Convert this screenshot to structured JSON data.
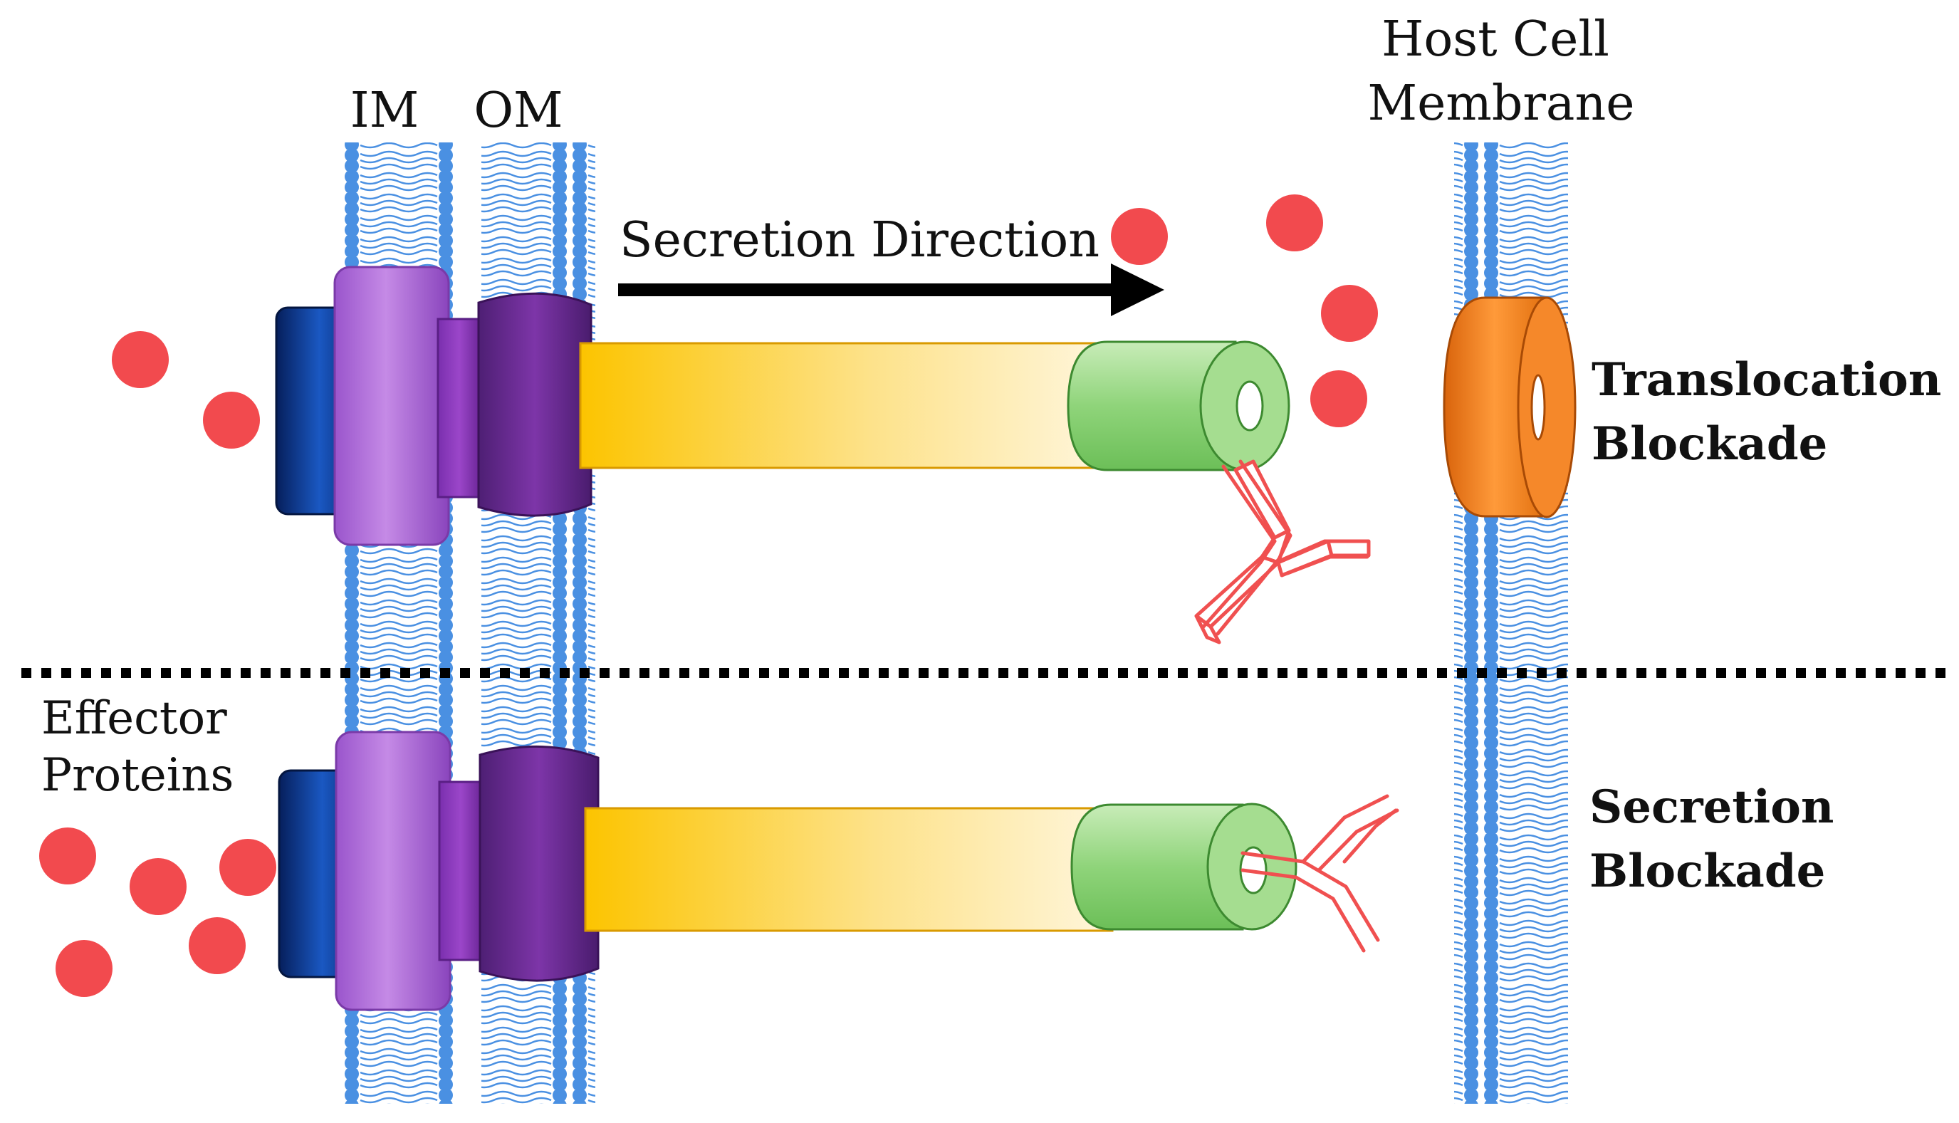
{
  "labels": {
    "im": "IM",
    "om": "OM",
    "host_line1": "Host Cell",
    "host_line2": "Membrane",
    "secretion_direction": "Secretion Direction",
    "translocation_line1": "Translocation",
    "translocation_line2": "Blockade",
    "secretion_line1": "Secretion",
    "secretion_line2": "Blockade",
    "effector_line1": "Effector",
    "effector_line2": "Proteins"
  },
  "colors": {
    "membrane_blue": "#4a90e2",
    "effector_red": "#f24a4e",
    "purple_light": "#b77de0",
    "purple_dark": "#5e2a86",
    "blue_base": "#0b3a8c",
    "needle_yellow": "#fcc400",
    "tip_green": "#7fcf6a",
    "translocon_orange": "#f07f1a",
    "antibody_red": "#f05050"
  },
  "icons": {
    "antibody": "antibody-icon",
    "effector": "effector-protein-icon"
  }
}
